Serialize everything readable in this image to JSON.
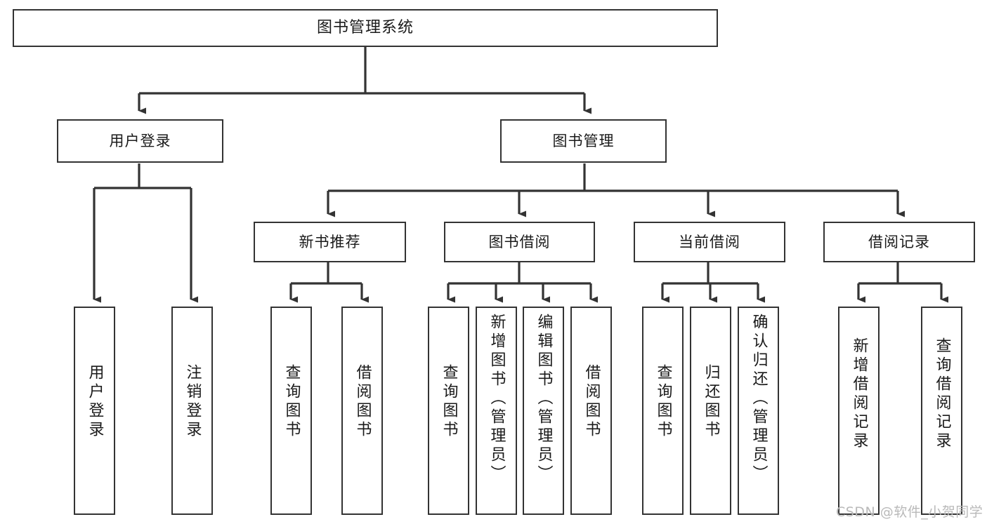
{
  "diagram": {
    "title": "图书管理系统",
    "type": "tree-hierarchy",
    "orientation": "top-down",
    "colors": {
      "box_border": "#333333",
      "box_fill": "#ffffff",
      "connector": "#333333",
      "text": "#1a1a1a",
      "watermark": "#b9b9b9",
      "background": "#ffffff"
    },
    "nodes": {
      "root": {
        "label": "图书管理系统",
        "level": 1
      },
      "level2": [
        {
          "id": "user-login",
          "label": "用户登录"
        },
        {
          "id": "book-management",
          "label": "图书管理"
        }
      ],
      "level3": [
        {
          "id": "new-book-recommend",
          "label": "新书推荐",
          "parent": "book-management"
        },
        {
          "id": "book-borrow",
          "label": "图书借阅",
          "parent": "book-management"
        },
        {
          "id": "current-borrow",
          "label": "当前借阅",
          "parent": "book-management"
        },
        {
          "id": "borrow-record",
          "label": "借阅记录",
          "parent": "book-management"
        }
      ],
      "leaves": [
        {
          "id": "leaf-user-login",
          "label": "用户登录",
          "parent": "user-login"
        },
        {
          "id": "leaf-logout",
          "label": "注销登录",
          "parent": "user-login"
        },
        {
          "id": "leaf-query-book-1",
          "label": "查询图书",
          "parent": "new-book-recommend"
        },
        {
          "id": "leaf-borrow-book-1",
          "label": "借阅图书",
          "parent": "new-book-recommend"
        },
        {
          "id": "leaf-query-book-2",
          "label": "查询图书",
          "parent": "book-borrow"
        },
        {
          "id": "leaf-add-book",
          "label": "新增图书（管理员）",
          "parent": "book-borrow"
        },
        {
          "id": "leaf-edit-book",
          "label": "编辑图书（管理员）",
          "parent": "book-borrow"
        },
        {
          "id": "leaf-borrow-book-2",
          "label": "借阅图书",
          "parent": "book-borrow"
        },
        {
          "id": "leaf-query-book-3",
          "label": "查询图书",
          "parent": "current-borrow"
        },
        {
          "id": "leaf-return-book",
          "label": "归还图书",
          "parent": "current-borrow"
        },
        {
          "id": "leaf-confirm-return",
          "label": "确认归还（管理员）",
          "parent": "current-borrow"
        },
        {
          "id": "leaf-add-record",
          "label": "新增借阅记录",
          "parent": "borrow-record"
        },
        {
          "id": "leaf-query-record",
          "label": "查询借阅记录",
          "parent": "borrow-record"
        }
      ]
    }
  },
  "watermark": {
    "text": "CSDN @软件_小贺同学"
  }
}
